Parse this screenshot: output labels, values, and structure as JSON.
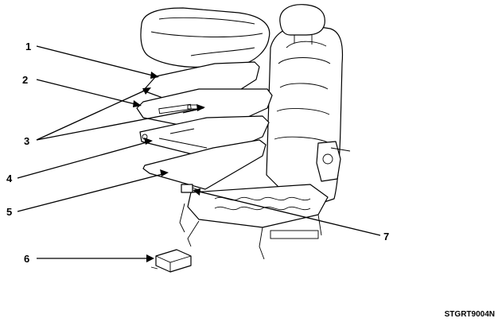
{
  "callouts": {
    "c1": "1",
    "c2": "2",
    "c3": "3",
    "c4": "4",
    "c5": "5",
    "c6": "6",
    "c7": "7"
  },
  "figure_code": "STGRT9004N"
}
